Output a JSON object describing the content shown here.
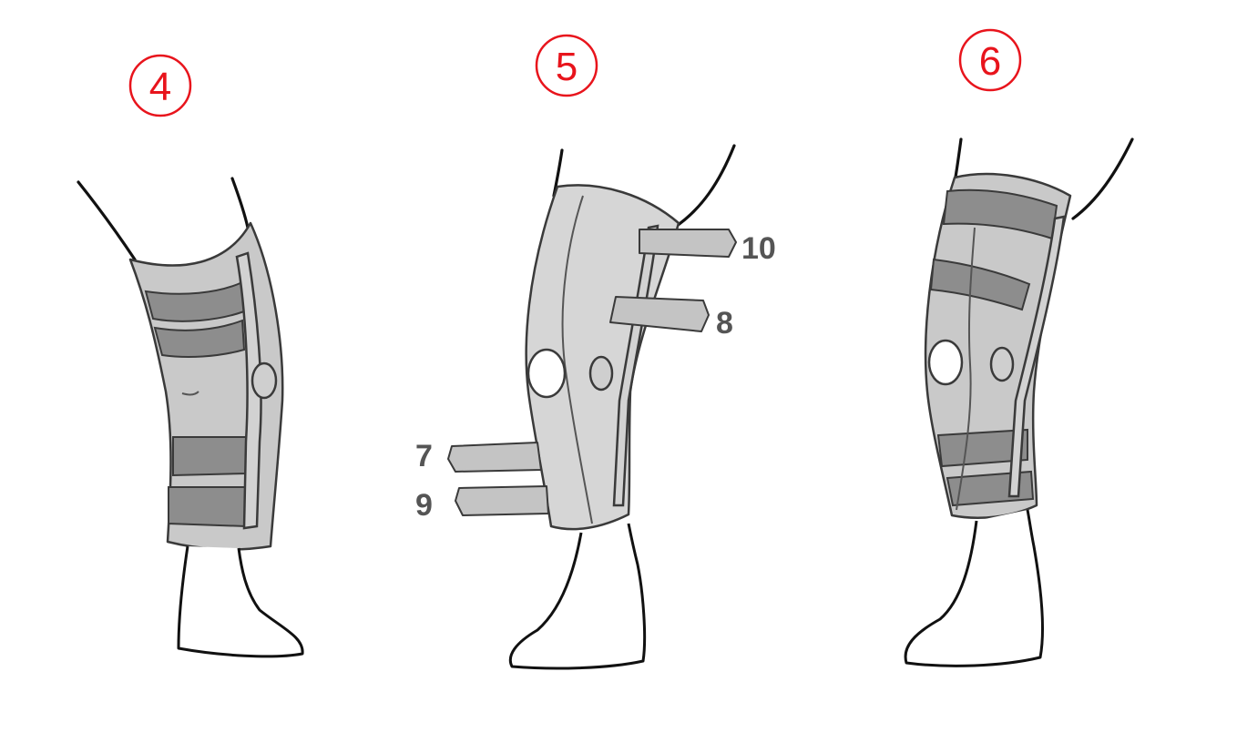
{
  "figures": [
    {
      "step": "4"
    },
    {
      "step": "5",
      "strap_labels": {
        "upper_front": "10",
        "middle_front": "8",
        "lower_back_top": "7",
        "lower_back_bottom": "9"
      }
    },
    {
      "step": "6"
    }
  ],
  "colors": {
    "step_number": "#e8141c",
    "circle_outline": "#e8141c",
    "brace_fill": "#c9c9c9",
    "band_fill": "#8d8d8d",
    "strap_label": "#555555"
  }
}
